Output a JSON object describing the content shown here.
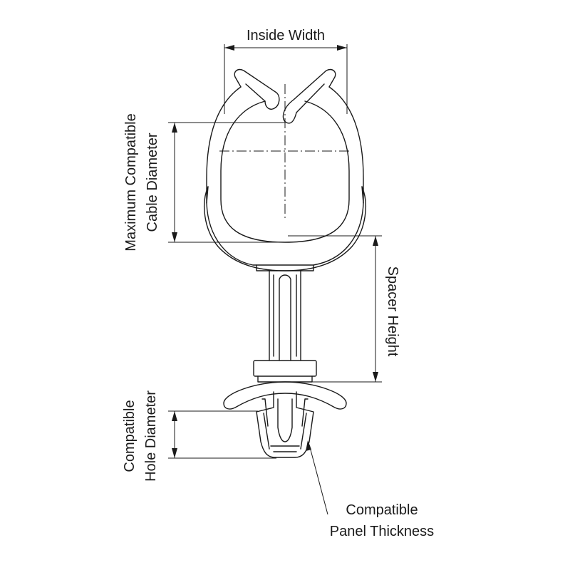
{
  "labels": {
    "inside_width": "Inside Width",
    "max_cable_line1": "Maximum Compatible",
    "max_cable_line2": "Cable Diameter",
    "spacer_height": "Spacer Height",
    "hole_line1": "Compatible",
    "hole_line2": "Hole Diameter",
    "panel_line1": "Compatible",
    "panel_line2": "Panel Thickness"
  },
  "colors": {
    "line": "#1a1a1a",
    "background": "#ffffff"
  }
}
